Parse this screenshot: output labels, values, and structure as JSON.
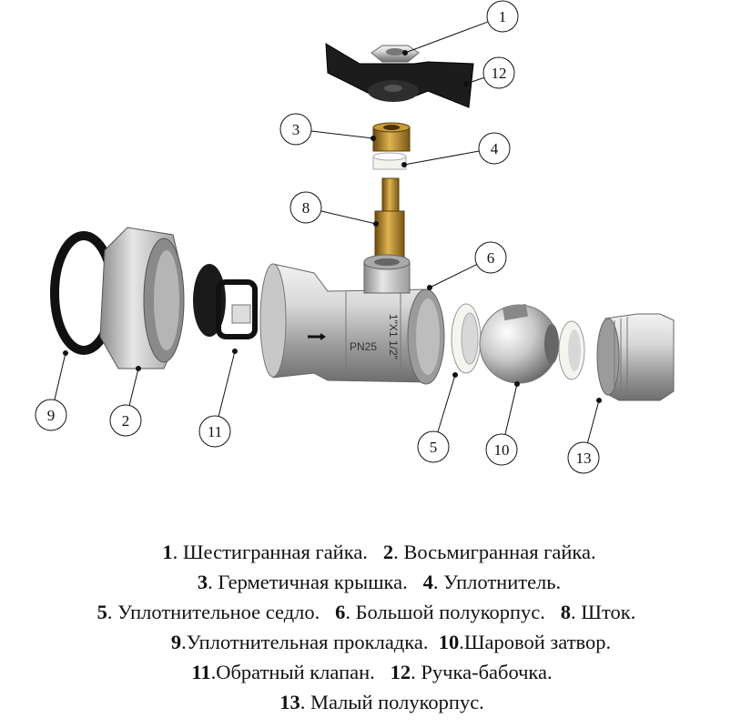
{
  "callouts": [
    {
      "n": "1"
    },
    {
      "n": "12"
    },
    {
      "n": "3"
    },
    {
      "n": "4"
    },
    {
      "n": "8"
    },
    {
      "n": "6"
    },
    {
      "n": "9"
    },
    {
      "n": "2"
    },
    {
      "n": "11"
    },
    {
      "n": "5"
    },
    {
      "n": "10"
    },
    {
      "n": "13"
    }
  ],
  "body_markings": {
    "pressure": "PN25",
    "size": "1\"X1 1/2\""
  },
  "legend": [
    [
      {
        "num": "1",
        "text": ". Шестигранная гайка.   "
      },
      {
        "num": "2",
        "text": ". Восьмигранная гайка."
      }
    ],
    [
      {
        "num": "3",
        "text": ". Герметичная крышка.   "
      },
      {
        "num": "4",
        "text": ". Уплотнитель."
      }
    ],
    [
      {
        "num": "5",
        "text": ". Уплотнительное седло.   "
      },
      {
        "num": "6",
        "text": ". Большой полукорпус.   "
      },
      {
        "num": "8",
        "text": ". Шток."
      }
    ],
    [
      {
        "num": "9",
        "text": ".Уплотнительная прокладка.  "
      },
      {
        "num": "10",
        "text": ".Шаровой затвор."
      }
    ],
    [
      {
        "num": "11",
        "text": ".Обратный клапан.   "
      },
      {
        "num": "12",
        "text": ". Ручка-бабочка."
      }
    ],
    [
      {
        "num": "13",
        "text": ". Малый полукорпус."
      }
    ]
  ]
}
